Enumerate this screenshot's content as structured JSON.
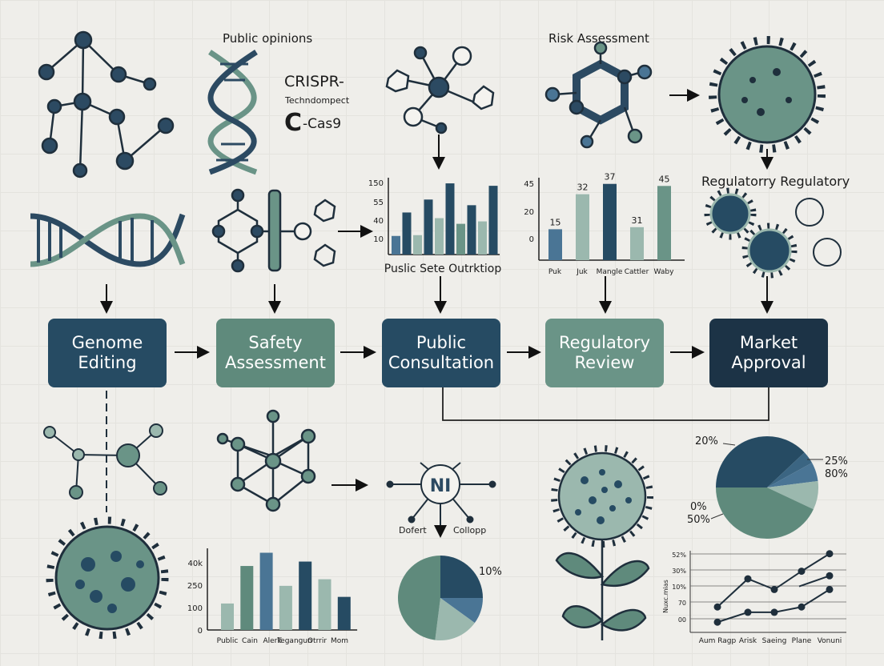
{
  "process_steps": [
    {
      "label": "Genome\nEditing",
      "color": "#264b63"
    },
    {
      "label": "Safety\nAssessment",
      "color": "#5f8a7c"
    },
    {
      "label": "Public\nConsultation",
      "color": "#264b63"
    },
    {
      "label": "Regulatory\nReview",
      "color": "#6a9487"
    },
    {
      "label": "Market\nApproval",
      "color": "#1c3346"
    }
  ],
  "annotations": {
    "public_opinions": "Public opinions",
    "crispr": "CRISPR-",
    "technology": "Techndompect",
    "c_letter": "C",
    "cas9": "-Cas9",
    "risk_assessment": "Risk Assessment",
    "regulatory": "Regulatorry Regulatory",
    "node_label": "NI",
    "node_left": "Dofert",
    "node_right": "Collopp"
  },
  "colors": {
    "dark": "#264b63",
    "darker": "#1c3346",
    "green": "#5f8a7c",
    "light": "#9bb8ae",
    "blue": "#4a7595",
    "background": "#efeeea"
  },
  "chart_data": [
    {
      "type": "bar",
      "xlabel": "Puslic Sete Outrktiop",
      "yticks": [
        "150",
        "55",
        "40",
        "10"
      ],
      "values": [
        23,
        52,
        24,
        68,
        45,
        88,
        38,
        61,
        41,
        85
      ],
      "colors": [
        "#4a7595",
        "#264b63",
        "#9bb8ae",
        "#264b63",
        "#9bb8ae",
        "#264b63",
        "#6a9487",
        "#264b63",
        "#9bb8ae",
        "#264b63"
      ]
    },
    {
      "type": "bar",
      "yticks": [
        "45",
        "20",
        "0"
      ],
      "categories": [
        "Puk",
        "Juk",
        "Mangle",
        "Cattler",
        "Waby"
      ],
      "data_labels": [
        "15",
        "32",
        "37",
        "31",
        "45"
      ],
      "values": [
        15,
        32,
        37,
        16,
        36
      ],
      "colors": [
        "#4a7595",
        "#9bb8ae",
        "#264b63",
        "#9bb8ae",
        "#6a9487"
      ]
    },
    {
      "type": "bar",
      "yticks": [
        "40k",
        "250",
        "100",
        "0"
      ],
      "categories": [
        "Public",
        "Cain",
        "Alerk",
        "Tegangun",
        "Otrrir",
        "Mom"
      ],
      "values": [
        120,
        290,
        350,
        200,
        310,
        230,
        150
      ],
      "colors": [
        "#9bb8ae",
        "#5f8a7c",
        "#4a7595",
        "#9bb8ae",
        "#264b63",
        "#9bb8ae",
        "#264b63"
      ]
    },
    {
      "type": "pie",
      "labels": [
        "10%"
      ],
      "values": [
        25,
        10,
        17,
        48
      ],
      "colors": [
        "#264b63",
        "#4a7595",
        "#9bb8ae",
        "#5f8a7c"
      ]
    },
    {
      "type": "pie",
      "labels": [
        "20%",
        "25%",
        "80%",
        "0%",
        "50%"
      ],
      "values": [
        38,
        4,
        6,
        9,
        43
      ],
      "colors": [
        "#264b63",
        "#3b6582",
        "#4a7595",
        "#9bb8ae",
        "#5f8a7c"
      ]
    },
    {
      "type": "line",
      "ylabel": "Nuxc.mias",
      "yticks": [
        "52%",
        "30%",
        "10%",
        "70",
        "00"
      ],
      "categories": [
        "Aum Ragp",
        "Arisk",
        "Saeing",
        "Plane",
        "Vonuni"
      ],
      "series": [
        {
          "values": [
            25,
            62,
            48,
            72,
            95
          ]
        },
        {
          "values": [
            5,
            18,
            18,
            25,
            48
          ]
        },
        {
          "values": [
            null,
            null,
            null,
            52,
            66
          ]
        }
      ]
    }
  ]
}
